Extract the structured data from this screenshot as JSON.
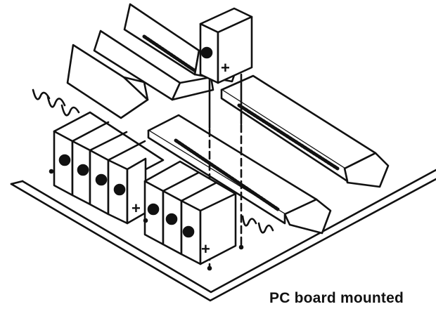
{
  "caption": "PC board mounted",
  "components": {
    "capacitor_plus_sign": "+",
    "count_left_bank": 4,
    "count_right_bank": 3,
    "count_raised": 1
  },
  "colors": {
    "ink": "#111111",
    "paper": "#ffffff"
  }
}
